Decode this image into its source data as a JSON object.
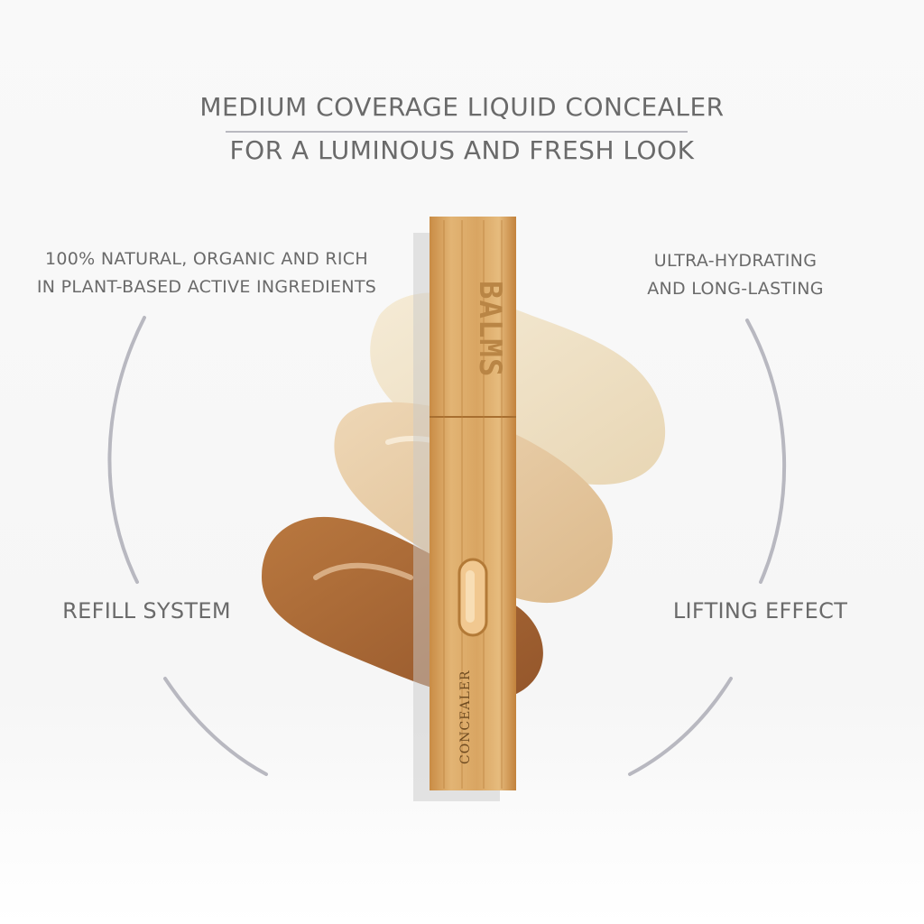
{
  "header": {
    "title_line1": "MEDIUM COVERAGE LIQUID CONCEALER",
    "title_line2": "FOR A LUMINOUS AND FRESH LOOK"
  },
  "features": {
    "top_left_line1": "100% NATURAL, ORGANIC AND RICH",
    "top_left_line2": "IN PLANT-BASED ACTIVE INGREDIENTS",
    "top_right_line1": "ULTRA-HYDRATING",
    "top_right_line2": "AND LONG-LASTING",
    "bottom_left": "REFILL SYSTEM",
    "bottom_right": "LIFTING EFFECT"
  },
  "product": {
    "brand": "BALMS",
    "label": "CONCEALER",
    "swatch_colors": [
      "#efe2c8",
      "#e4c59c",
      "#a8693a"
    ],
    "tube_color": "#d7a35f"
  },
  "colors": {
    "text": "#6a6a6a",
    "accent_line": "#b9b9c0"
  }
}
